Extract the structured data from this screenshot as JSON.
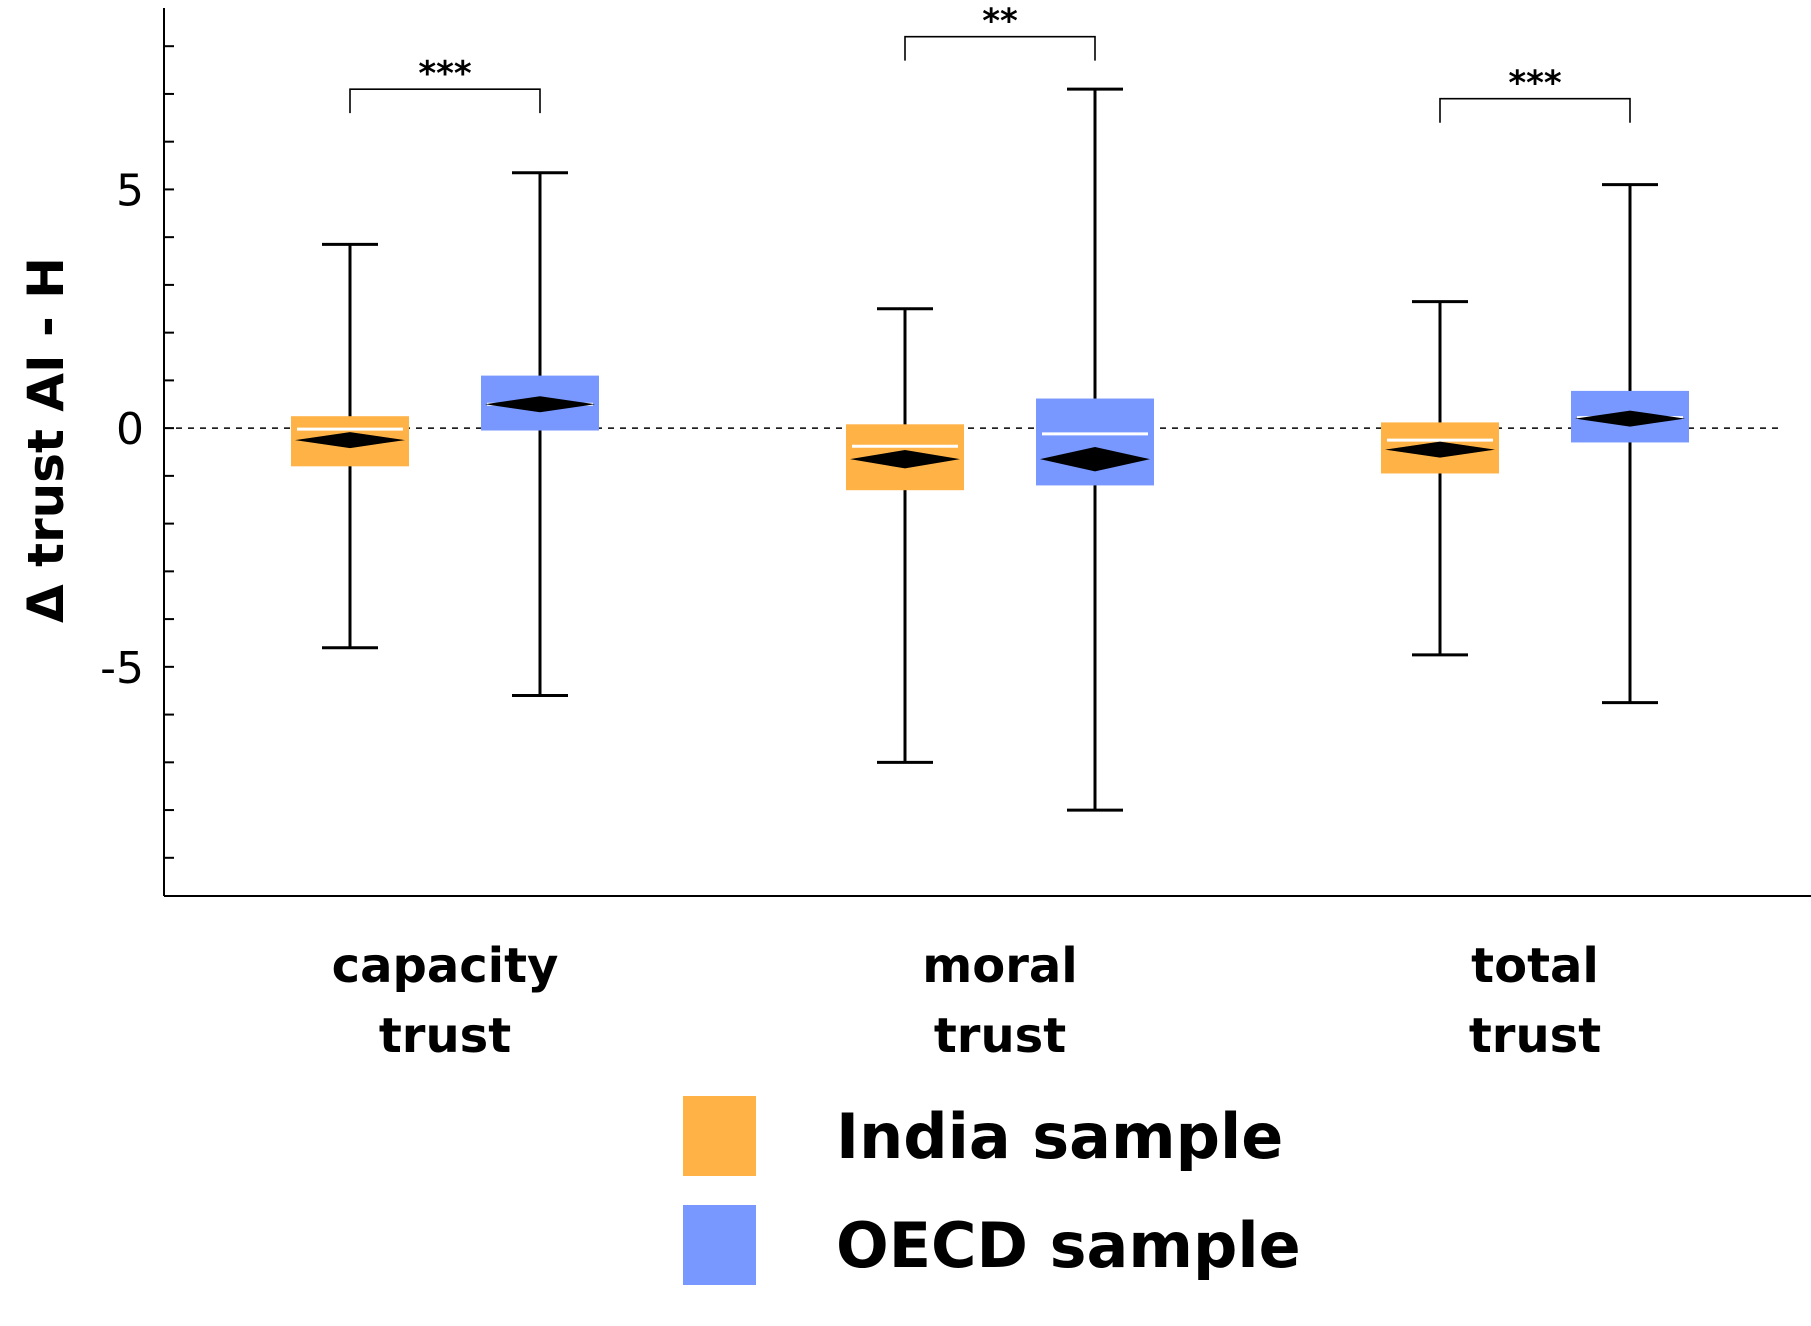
{
  "chart_data": {
    "type": "box",
    "ylabel": "Δ trust AI - H",
    "ylim": [
      -9.8,
      8.8
    ],
    "yticks": [
      {
        "value": 5,
        "label": "5"
      },
      {
        "value": 0,
        "label": "0"
      },
      {
        "value": -5,
        "label": "-5"
      }
    ],
    "y_minor_ticks": [
      8,
      7,
      6,
      5,
      4,
      3,
      2,
      1,
      0,
      -1,
      -2,
      -3,
      -4,
      -5,
      -6,
      -7,
      -8,
      -9
    ],
    "reference_line": 0,
    "categories": [
      {
        "line1": "capacity",
        "line2": "trust"
      },
      {
        "line1": "moral",
        "line2": "trust"
      },
      {
        "line1": "total",
        "line2": "trust"
      }
    ],
    "series": [
      {
        "name": "India sample",
        "color": "#FFB347",
        "boxes": [
          {
            "whisker_low": -4.6,
            "q1": -0.8,
            "median": -0.02,
            "q3": 0.25,
            "mean": -0.25,
            "whisker_high": 3.85
          },
          {
            "whisker_low": -7.0,
            "q1": -1.3,
            "median": -0.38,
            "q3": 0.08,
            "mean": -0.65,
            "whisker_high": 2.5
          },
          {
            "whisker_low": -4.75,
            "q1": -0.95,
            "median": -0.25,
            "q3": 0.12,
            "mean": -0.45,
            "whisker_high": 2.65
          }
        ]
      },
      {
        "name": "OECD sample",
        "color": "#7897FF",
        "boxes": [
          {
            "whisker_low": -5.6,
            "q1": -0.05,
            "median": 0.5,
            "q3": 1.1,
            "mean": 0.5,
            "whisker_high": 5.35
          },
          {
            "whisker_low": -8.0,
            "q1": -1.2,
            "median": -0.12,
            "q3": 0.62,
            "mean": -0.65,
            "whisker_high": 7.1
          },
          {
            "whisker_low": -5.75,
            "q1": -0.3,
            "median": 0.22,
            "q3": 0.78,
            "mean": 0.2,
            "whisker_high": 5.1
          }
        ]
      }
    ],
    "significance": [
      {
        "category": 0,
        "label": "***",
        "y": 7.1
      },
      {
        "category": 1,
        "label": "**",
        "y": 8.2
      },
      {
        "category": 2,
        "label": "***",
        "y": 6.9
      }
    ],
    "legend": {
      "placement": "bottom",
      "items": [
        {
          "label": "India sample",
          "color": "#FFB347"
        },
        {
          "label": "OECD sample",
          "color": "#7897FF"
        }
      ]
    }
  }
}
